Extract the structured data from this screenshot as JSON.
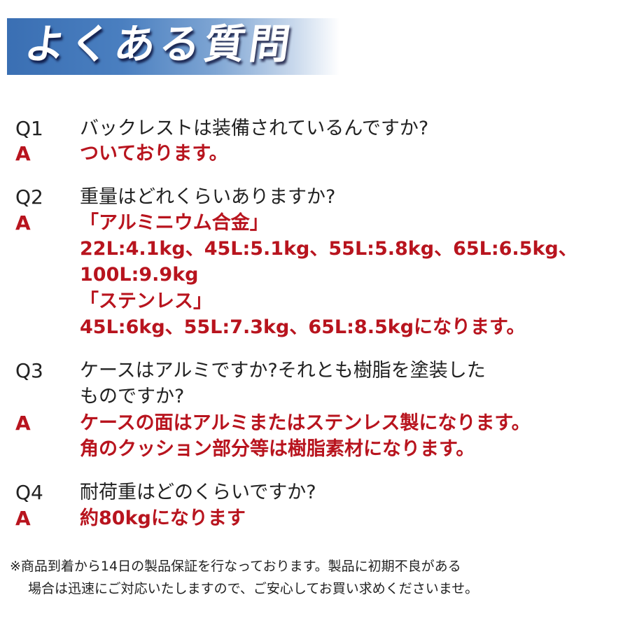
{
  "header": {
    "title": "よくある質問",
    "gradient_start": "#3a6fb3",
    "gradient_end": "#ffffff"
  },
  "colors": {
    "question_text": "#222222",
    "answer_text": "#b8141e"
  },
  "faq": [
    {
      "q_label": "Q1",
      "question": [
        "バックレストは装備されているんですか?"
      ],
      "a_label": "A",
      "answer": [
        "ついております。"
      ]
    },
    {
      "q_label": "Q2",
      "question": [
        "重量はどれくらいありますか?"
      ],
      "a_label": "A",
      "answer": [
        "「アルミニウム合金」",
        "22L:4.1kg、45L:5.1kg、55L:5.8kg、65L:6.5kg、",
        "100L:9.9kg",
        "「ステンレス」",
        "45L:6kg、55L:7.3kg、65L:8.5kgになります。"
      ]
    },
    {
      "q_label": "Q3",
      "question": [
        "ケースはアルミですか?それとも樹脂を塗装した",
        "ものですか?"
      ],
      "a_label": "A",
      "answer": [
        "ケースの面はアルミまたはステンレス製になります。",
        "角のクッション部分等は樹脂素材になります。"
      ]
    },
    {
      "q_label": "Q4",
      "question": [
        "耐荷重はどのくらいですか?"
      ],
      "a_label": "A",
      "answer": [
        "約80kgになります"
      ]
    }
  ],
  "footer_note": [
    "※商品到着から14日の製品保証を行なっております。製品に初期不良がある",
    "場合は迅速にご対応いたしますので、ご安心してお買い求めくださいませ。"
  ]
}
